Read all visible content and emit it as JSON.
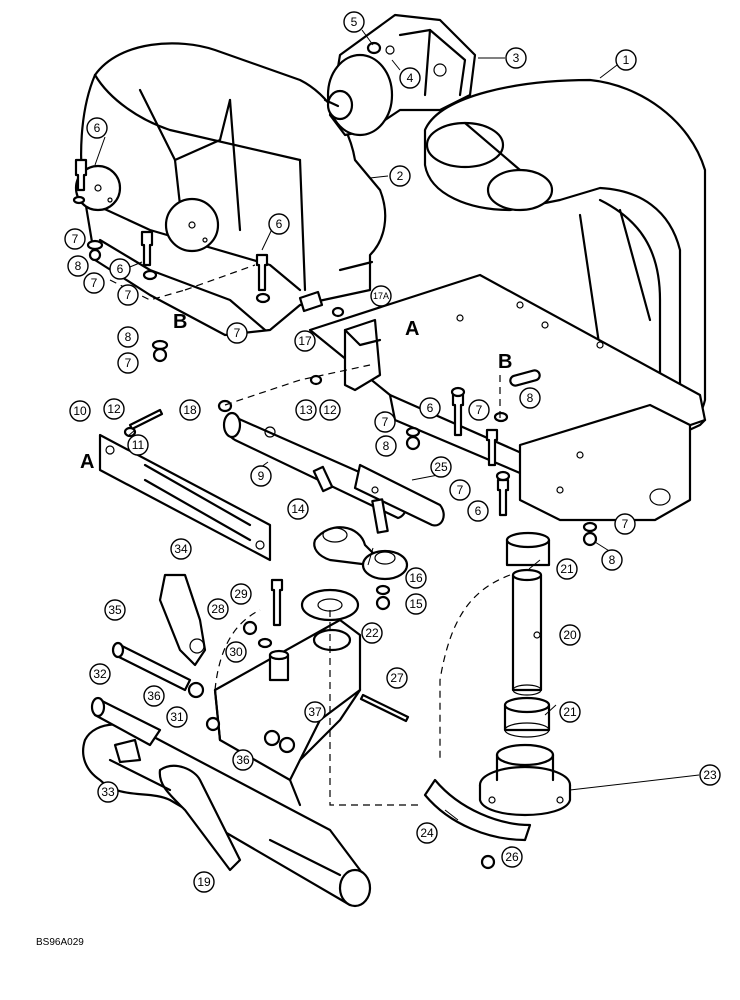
{
  "figure_code": "BS96A029",
  "section_letters": {
    "a_top": "A",
    "a_left": "A",
    "b_left": "B",
    "b_right": "B"
  },
  "callouts": [
    {
      "label": "1"
    },
    {
      "label": "2"
    },
    {
      "label": "3"
    },
    {
      "label": "4"
    },
    {
      "label": "5"
    },
    {
      "label": "6"
    },
    {
      "label": "6"
    },
    {
      "label": "6"
    },
    {
      "label": "6"
    },
    {
      "label": "6"
    },
    {
      "label": "7"
    },
    {
      "label": "7"
    },
    {
      "label": "7"
    },
    {
      "label": "7"
    },
    {
      "label": "7"
    },
    {
      "label": "7"
    },
    {
      "label": "7"
    },
    {
      "label": "7"
    },
    {
      "label": "7"
    },
    {
      "label": "8"
    },
    {
      "label": "8"
    },
    {
      "label": "8"
    },
    {
      "label": "8"
    },
    {
      "label": "8"
    },
    {
      "label": "9"
    },
    {
      "label": "10"
    },
    {
      "label": "11"
    },
    {
      "label": "12"
    },
    {
      "label": "12"
    },
    {
      "label": "13"
    },
    {
      "label": "14"
    },
    {
      "label": "15"
    },
    {
      "label": "16"
    },
    {
      "label": "17"
    },
    {
      "label": "17A"
    },
    {
      "label": "18"
    },
    {
      "label": "19"
    },
    {
      "label": "20"
    },
    {
      "label": "21"
    },
    {
      "label": "21"
    },
    {
      "label": "22"
    },
    {
      "label": "23"
    },
    {
      "label": "24"
    },
    {
      "label": "25"
    },
    {
      "label": "26"
    },
    {
      "label": "27"
    },
    {
      "label": "28"
    },
    {
      "label": "29"
    },
    {
      "label": "30"
    },
    {
      "label": "31"
    },
    {
      "label": "32"
    },
    {
      "label": "33"
    },
    {
      "label": "34"
    },
    {
      "label": "35"
    },
    {
      "label": "36"
    },
    {
      "label": "36"
    },
    {
      "label": "37"
    }
  ]
}
